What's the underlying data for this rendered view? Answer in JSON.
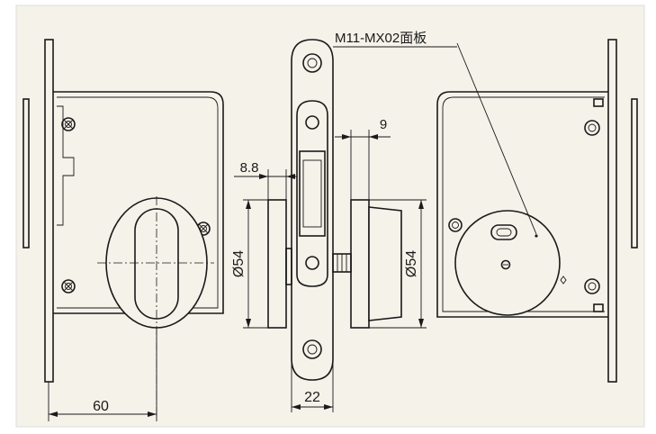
{
  "dimensions": {
    "width_60": "60",
    "thickness_8_8": "8.8",
    "gap_9": "9",
    "diameter_left": "Ø54",
    "diameter_right": "Ø54",
    "faceplate_22": "22"
  },
  "callout": {
    "part_label": "M11-MX02面板"
  },
  "colors": {
    "background": "#ffffff",
    "sheet": "#f4f2e9",
    "line": "#1a1a1a"
  }
}
